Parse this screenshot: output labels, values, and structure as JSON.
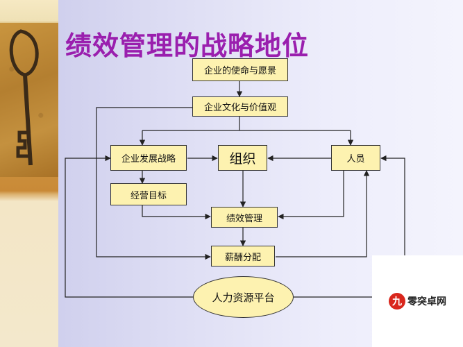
{
  "slide": {
    "title": "绩效管理的战略地位"
  },
  "diagram": {
    "nodes": {
      "mission": "企业的使命与愿景",
      "culture": "企业文化与价值观",
      "strategy": "企业发展战略",
      "organization": "组织",
      "personnel": "人员",
      "business_goals": "经营目标",
      "performance_mgmt": "绩效管理",
      "compensation": "薪酬分配",
      "hr_platform": "人力资源平台"
    }
  },
  "watermark": {
    "logo_glyph": "九",
    "text": "零突卓网"
  },
  "colors": {
    "title": "#9a1fae",
    "node_fill": "#fdf2b0",
    "node_border": "#333333",
    "watermark_red": "#d9261c"
  }
}
